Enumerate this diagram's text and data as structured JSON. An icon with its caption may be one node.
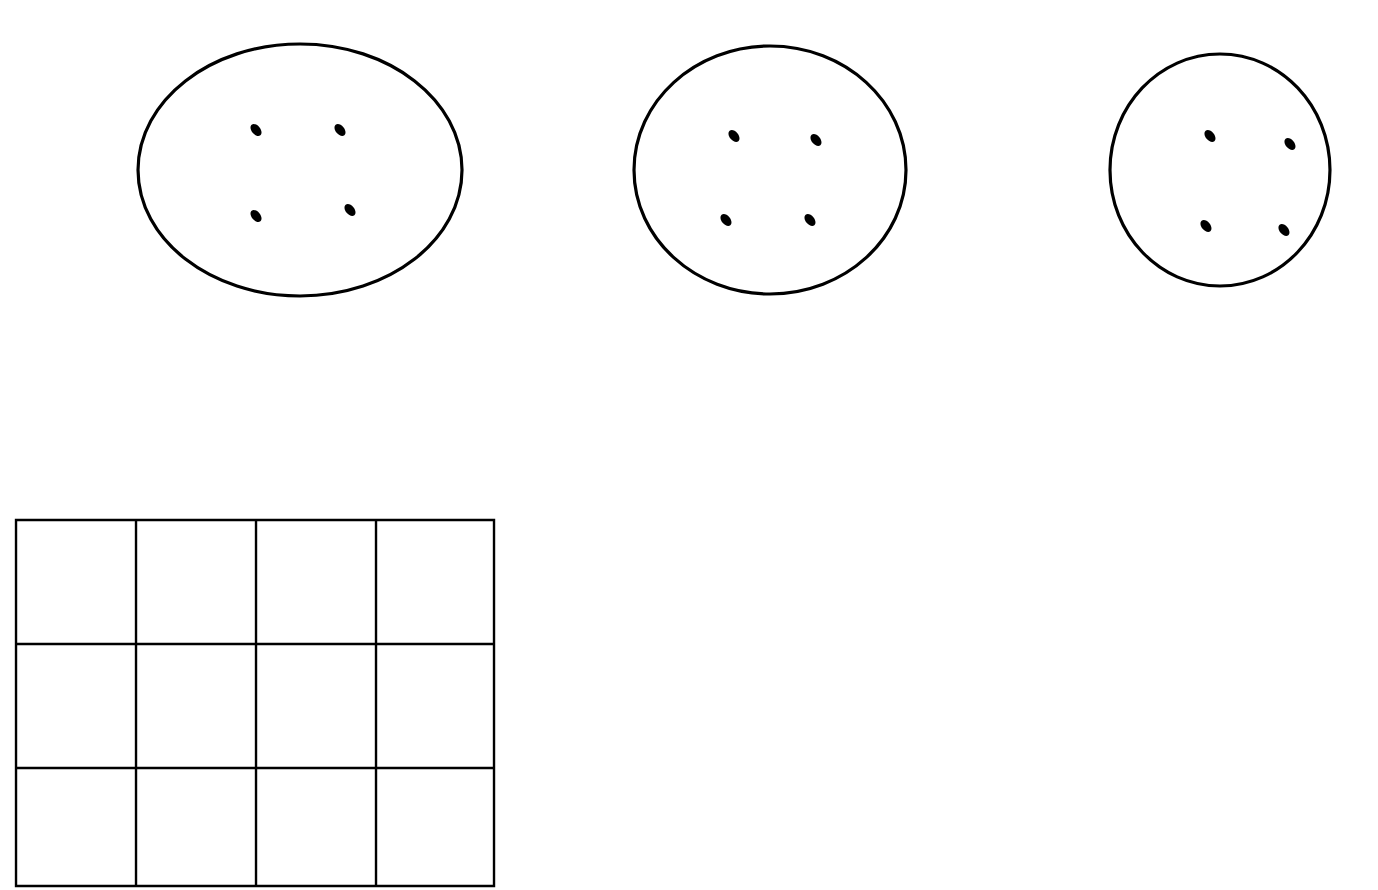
{
  "diagram": {
    "nodes": [
      {
        "text": [],
        "shape": "circle"
      },
      {
        "text": [],
        "shape": "circle"
      },
      {
        "text": [],
        "shape": "circle"
      },
      {
        "text": [],
        "shape": "table"
      }
    ]
  }
}
